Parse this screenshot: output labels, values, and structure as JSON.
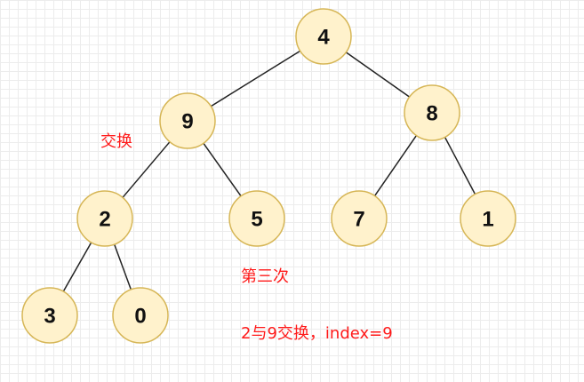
{
  "colors": {
    "node_fill": "#fff2cc",
    "node_stroke": "#d6b656",
    "edge": "#222222",
    "node_text": "#111111",
    "annotation": "#ff1a1a"
  },
  "tree": {
    "nodes": [
      {
        "id": "n0",
        "label": "4"
      },
      {
        "id": "n1",
        "label": "9"
      },
      {
        "id": "n2",
        "label": "8"
      },
      {
        "id": "n3",
        "label": "2"
      },
      {
        "id": "n4",
        "label": "5"
      },
      {
        "id": "n5",
        "label": "7"
      },
      {
        "id": "n6",
        "label": "1"
      },
      {
        "id": "n7",
        "label": "3"
      },
      {
        "id": "n8",
        "label": "0"
      }
    ],
    "edges": [
      {
        "from": "n0",
        "to": "n1"
      },
      {
        "from": "n0",
        "to": "n2"
      },
      {
        "from": "n1",
        "to": "n3"
      },
      {
        "from": "n1",
        "to": "n4"
      },
      {
        "from": "n2",
        "to": "n5"
      },
      {
        "from": "n2",
        "to": "n6"
      },
      {
        "from": "n3",
        "to": "n7"
      },
      {
        "from": "n3",
        "to": "n8"
      }
    ]
  },
  "annotations": {
    "swap_label": "交换",
    "step_label": "第三次",
    "step_detail": "2与9交换，index=9"
  }
}
